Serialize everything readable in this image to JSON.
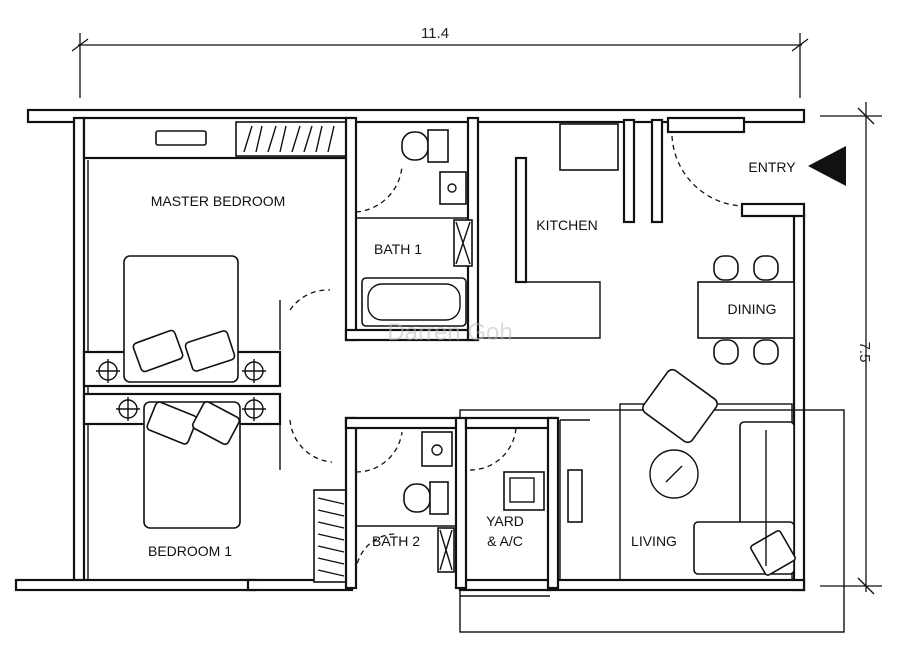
{
  "plan": {
    "dimensions": {
      "width": "11.4",
      "height": "7.5"
    },
    "rooms": {
      "master_bedroom": "MASTER BEDROOM",
      "bath1": "BATH 1",
      "kitchen": "KITCHEN",
      "entry": "ENTRY",
      "dining": "DINING",
      "bedroom1": "BEDROOM 1",
      "bath2": "BATH 2",
      "yard_line1": "YARD",
      "yard_line2": "& A/C",
      "living": "LIVING"
    },
    "watermark": "Darren Goh"
  }
}
